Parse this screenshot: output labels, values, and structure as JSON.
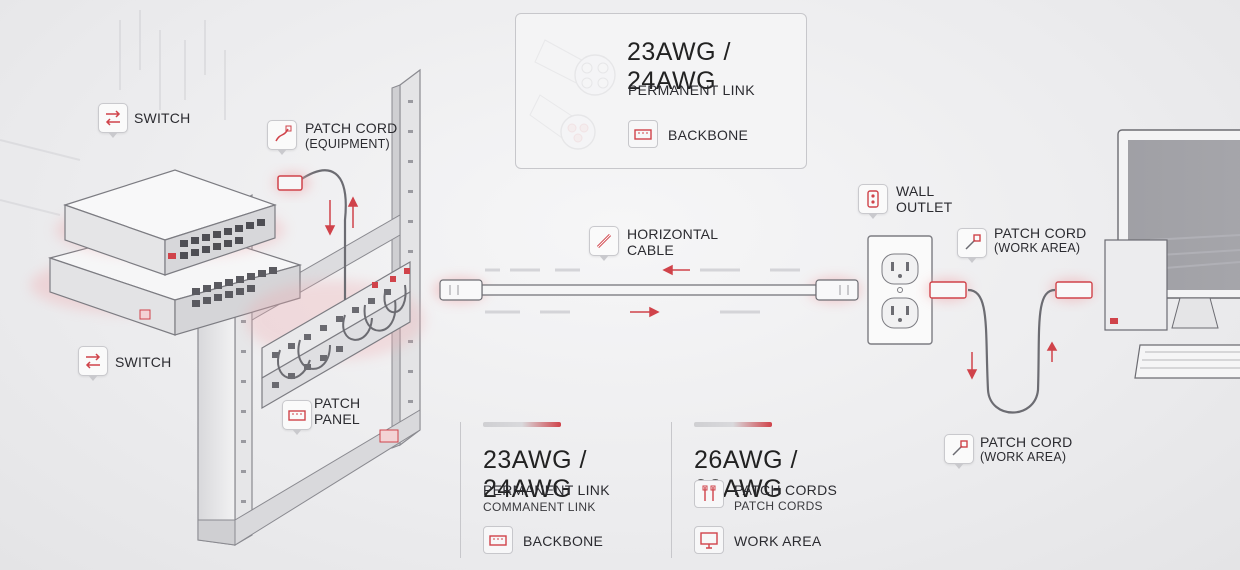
{
  "top_spec": {
    "gauge": "23AWG / 24AWG",
    "link_type": "PERMANENT LINK",
    "usage": "BACKBONE"
  },
  "labels": {
    "switch_top": "SWITCH",
    "switch_bottom": "SWITCH",
    "patch_cord_equipment_line1": "PATCH CORD",
    "patch_cord_equipment_line2": "(EQUIPMENT)",
    "patch_panel_line1": "PATCH",
    "patch_panel_line2": "PANEL",
    "horizontal_cable_line1": "HORIZONTAL",
    "horizontal_cable_line2": "CABLE",
    "wall_outlet_line1": "WALL",
    "wall_outlet_line2": "OUTLET",
    "patch_cord_work_area_top_line1": "PATCH CORD",
    "patch_cord_work_area_top_line2": "(WORK AREA)",
    "patch_cord_work_area_bottom_line1": "PATCH CORD",
    "patch_cord_work_area_bottom_line2": "(WORK AREA)"
  },
  "legend": {
    "left": {
      "gauge": "23AWG / 24AWG",
      "line1": "PERMANENT LINK",
      "line2": "COMMANENT LINK",
      "usage": "BACKBONE"
    },
    "right": {
      "gauge": "26AWG / 28AWG",
      "line1": "PATCH CORDS",
      "line2": "PATCH CORDS",
      "usage": "WORK AREA"
    }
  },
  "colors": {
    "accent": "#d0434a",
    "line": "#6c6c72",
    "panel_border": "#c7c7cb"
  },
  "icons": [
    "switch-arrows-icon",
    "patch-cord-icon",
    "patch-panel-icon",
    "cable-icon",
    "wall-outlet-icon",
    "rj45-icon",
    "monitor-icon"
  ]
}
